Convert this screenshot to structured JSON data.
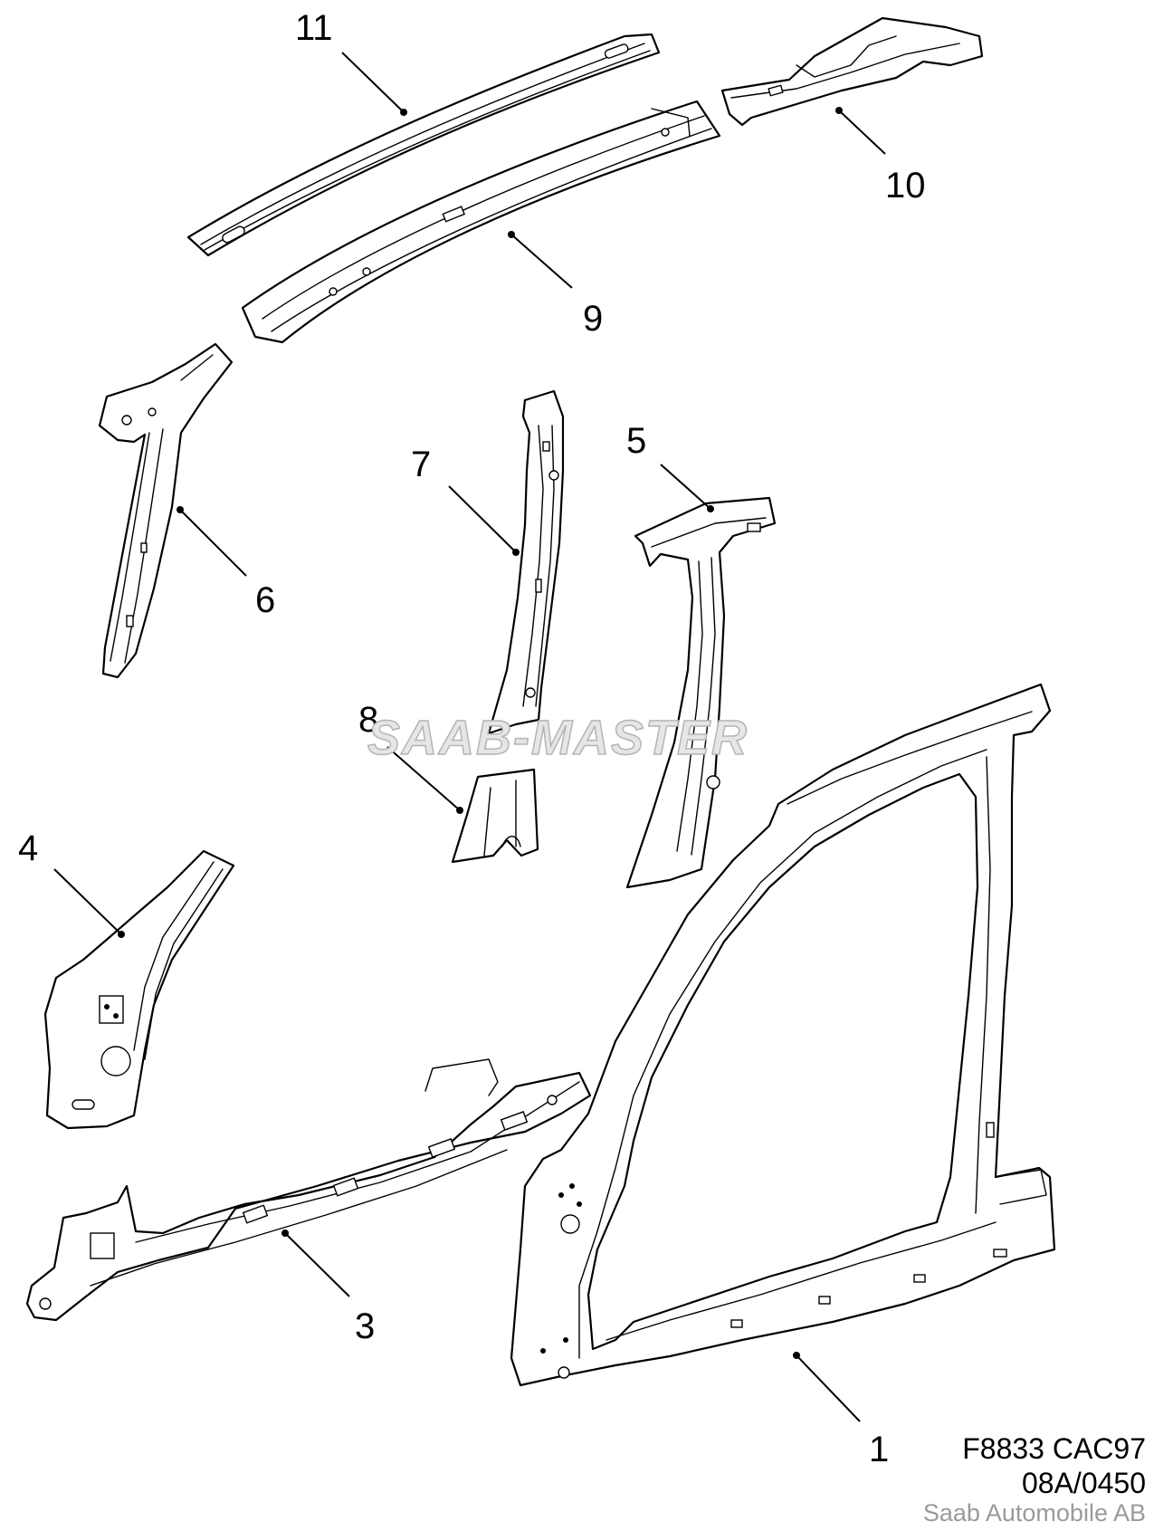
{
  "diagram": {
    "watermark": "SAAB-MASTER",
    "callouts": [
      "11",
      "10",
      "9",
      "6",
      "7",
      "5",
      "8",
      "4",
      "3",
      "1"
    ],
    "footer": {
      "code": "F8833 CAC97",
      "reference": "08A/0450",
      "copyright": "Saab Automobile AB"
    }
  }
}
